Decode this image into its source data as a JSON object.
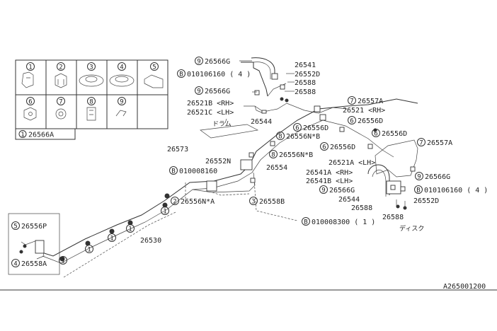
{
  "diagram_id": "A265001200",
  "legend_box": {
    "items": [
      {
        "num": "1"
      },
      {
        "num": "2"
      },
      {
        "num": "3"
      },
      {
        "num": "4"
      },
      {
        "num": "5"
      },
      {
        "num": "6"
      },
      {
        "num": "7"
      },
      {
        "num": "8"
      },
      {
        "num": "9"
      }
    ],
    "key_num": "1",
    "key_part": "26566A"
  },
  "labels": {
    "l26566G_top": {
      "num": "9",
      "text": "26566G"
    },
    "l26541": {
      "text": "26541"
    },
    "lB010106160_top": {
      "num": "B",
      "text": "010106160 ( 4 )"
    },
    "l26552D_top": {
      "text": "26552D"
    },
    "l26588_a": {
      "text": "26588"
    },
    "l26566G_mid": {
      "num": "9",
      "text": "26566G"
    },
    "l26588_b": {
      "text": "26588"
    },
    "l26557A_top": {
      "num": "7",
      "text": "26557A"
    },
    "l26521B": {
      "text": "26521B <RH>"
    },
    "l26521C": {
      "text": "26521C <LH>"
    },
    "l26521_rh": {
      "text": "26521 <RH>"
    },
    "l26556D_1": {
      "num": "6",
      "text": "26556D"
    },
    "l26544_top": {
      "text": "26544"
    },
    "l_drum": {
      "text": "ドラム"
    },
    "l26556D_2": {
      "num": "6",
      "text": "26556D"
    },
    "l26556D_3": {
      "num": "6",
      "text": "26556D"
    },
    "l26556NB_1": {
      "num": "8",
      "text": "26556N*B"
    },
    "l26573": {
      "text": "26573"
    },
    "l26556NB_2": {
      "num": "8",
      "text": "26556N*B"
    },
    "l26556D_4": {
      "num": "6",
      "text": "26556D"
    },
    "l26557A_right": {
      "num": "7",
      "text": "26557A"
    },
    "l26552N": {
      "text": "26552N"
    },
    "l26554": {
      "text": "26554"
    },
    "l26521A": {
      "text": "26521A <LH>"
    },
    "lB010008160": {
      "num": "B",
      "text": "010008160"
    },
    "l26541A": {
      "text": "26541A <RH>"
    },
    "l26541B": {
      "text": "26541B <LH>"
    },
    "l26566G_r1": {
      "num": "9",
      "text": "26566G"
    },
    "l26566G_r2": {
      "num": "9",
      "text": "26566G"
    },
    "lB010106160_r": {
      "num": "B",
      "text": "010106160 ( 4 )"
    },
    "l26544_r": {
      "text": "26544"
    },
    "l26552D_r": {
      "text": "26552D"
    },
    "l26556NA": {
      "num": "2",
      "text": "26556N*A"
    },
    "l26558B": {
      "num": "3",
      "text": "26558B"
    },
    "l26588_r1": {
      "text": "26588"
    },
    "l26588_r2": {
      "text": "26588"
    },
    "lB010008300": {
      "num": "B",
      "text": "010008300 ( 1 )"
    },
    "l_disc": {
      "text": "ディスク"
    },
    "l26556P": {
      "num": "5",
      "text": "26556P"
    },
    "l26530": {
      "text": "26530"
    },
    "l26558A": {
      "num": "4",
      "text": "26558A"
    },
    "clip_num": "1"
  }
}
